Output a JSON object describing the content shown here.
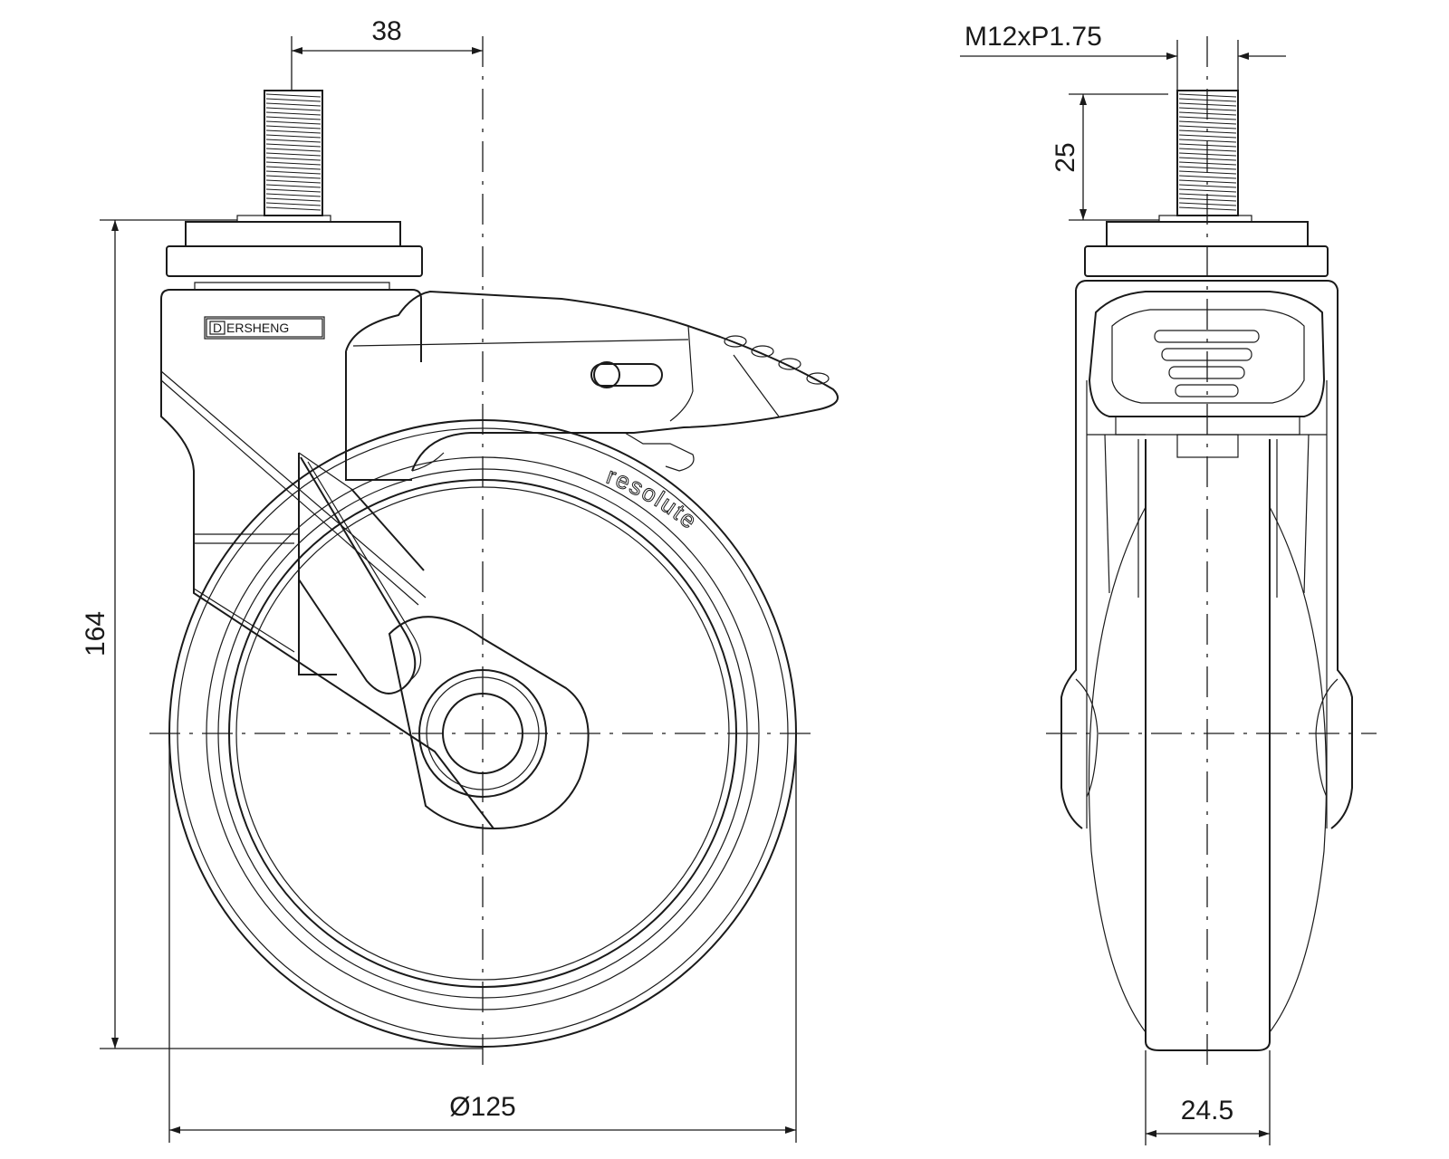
{
  "dimensions": {
    "offset": "38",
    "height": "164",
    "wheel_diameter": "Ø125",
    "thread": "M12xP1.75",
    "stem_length": "25",
    "wheel_width": "24.5"
  },
  "labels": {
    "brand": "ERSHENG",
    "brand_mark": "D",
    "tire_text": "resolute"
  }
}
